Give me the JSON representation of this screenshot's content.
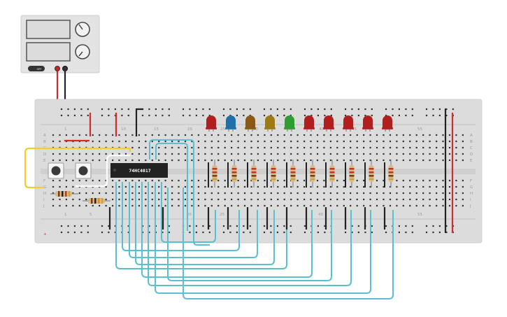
{
  "ic": {
    "label": "74HC4017"
  },
  "breadboard": {
    "top_numbers": [
      "1",
      "10",
      "15",
      "20",
      "25",
      "30",
      "35",
      "40",
      "45",
      "50",
      "55"
    ],
    "bottom_numbers": [
      "1",
      "5",
      "20",
      "25",
      "40",
      "55"
    ],
    "rows_left": [
      "A",
      "B",
      "C",
      "D",
      "E",
      "F",
      "G",
      "H",
      "I",
      "J"
    ],
    "rows_right": [
      "A",
      "B",
      "C",
      "D",
      "E",
      "F",
      "G",
      "H",
      "I",
      "J"
    ],
    "rail_plus": "+"
  },
  "power_supply": {
    "button_label": "OFF"
  },
  "led_colors": [
    "#b01e1e",
    "#1f6fa8",
    "#8a5a12",
    "#9e7a14",
    "#2f9e2f",
    "#b01e1e",
    "#b01e1e",
    "#b01e1e",
    "#b01e1e",
    "#b01e1e"
  ],
  "colors": {
    "wire_blue": "#5bbfd0",
    "wire_yellow": "#f0cf2a",
    "wire_red": "#d12a2a",
    "wire_black": "#222222",
    "wire_white": "#ffffff"
  }
}
